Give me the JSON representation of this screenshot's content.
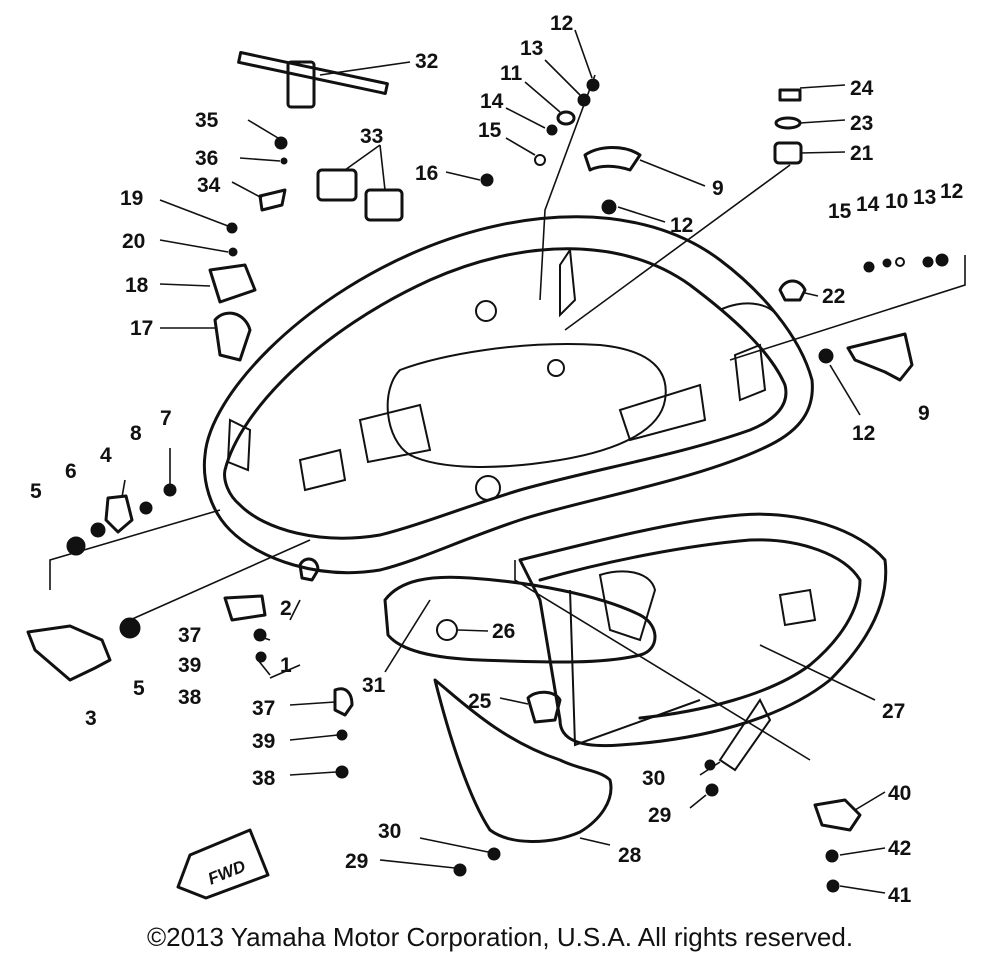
{
  "callouts": [
    {
      "id": "c12a",
      "label": "12"
    },
    {
      "id": "c13a",
      "label": "13"
    },
    {
      "id": "c11",
      "label": "11"
    },
    {
      "id": "c14a",
      "label": "14"
    },
    {
      "id": "c15a",
      "label": "15"
    },
    {
      "id": "c16",
      "label": "16"
    },
    {
      "id": "c9a",
      "label": "9"
    },
    {
      "id": "c12b",
      "label": "12"
    },
    {
      "id": "c32",
      "label": "32"
    },
    {
      "id": "c35",
      "label": "35"
    },
    {
      "id": "c36",
      "label": "36"
    },
    {
      "id": "c33",
      "label": "33"
    },
    {
      "id": "c34",
      "label": "34"
    },
    {
      "id": "c19",
      "label": "19"
    },
    {
      "id": "c20",
      "label": "20"
    },
    {
      "id": "c18",
      "label": "18"
    },
    {
      "id": "c17",
      "label": "17"
    },
    {
      "id": "c24",
      "label": "24"
    },
    {
      "id": "c23",
      "label": "23"
    },
    {
      "id": "c21",
      "label": "21"
    },
    {
      "id": "c15b",
      "label": "15"
    },
    {
      "id": "c14b",
      "label": "14"
    },
    {
      "id": "c10",
      "label": "10"
    },
    {
      "id": "c13b",
      "label": "13"
    },
    {
      "id": "c12c",
      "label": "12"
    },
    {
      "id": "c22",
      "label": "22"
    },
    {
      "id": "c12d",
      "label": "12"
    },
    {
      "id": "c9b",
      "label": "9"
    },
    {
      "id": "c7",
      "label": "7"
    },
    {
      "id": "c8",
      "label": "8"
    },
    {
      "id": "c4",
      "label": "4"
    },
    {
      "id": "c6",
      "label": "6"
    },
    {
      "id": "c5a",
      "label": "5"
    },
    {
      "id": "c5b",
      "label": "5"
    },
    {
      "id": "c3",
      "label": "3"
    },
    {
      "id": "c37a",
      "label": "37"
    },
    {
      "id": "c2",
      "label": "2"
    },
    {
      "id": "c39a",
      "label": "39"
    },
    {
      "id": "c1",
      "label": "1"
    },
    {
      "id": "c38a",
      "label": "38"
    },
    {
      "id": "c26",
      "label": "26"
    },
    {
      "id": "c31",
      "label": "31"
    },
    {
      "id": "c25",
      "label": "25"
    },
    {
      "id": "c37b",
      "label": "37"
    },
    {
      "id": "c39b",
      "label": "39"
    },
    {
      "id": "c38b",
      "label": "38"
    },
    {
      "id": "c27",
      "label": "27"
    },
    {
      "id": "c30a",
      "label": "30"
    },
    {
      "id": "c29a",
      "label": "29"
    },
    {
      "id": "c40",
      "label": "40"
    },
    {
      "id": "c30b",
      "label": "30"
    },
    {
      "id": "c28",
      "label": "28"
    },
    {
      "id": "c42",
      "label": "42"
    },
    {
      "id": "c29b",
      "label": "29"
    },
    {
      "id": "c41",
      "label": "41"
    }
  ],
  "fwd_label": "FWD",
  "copyright": "©2013 Yamaha Motor Corporation, U.S.A. All rights reserved."
}
